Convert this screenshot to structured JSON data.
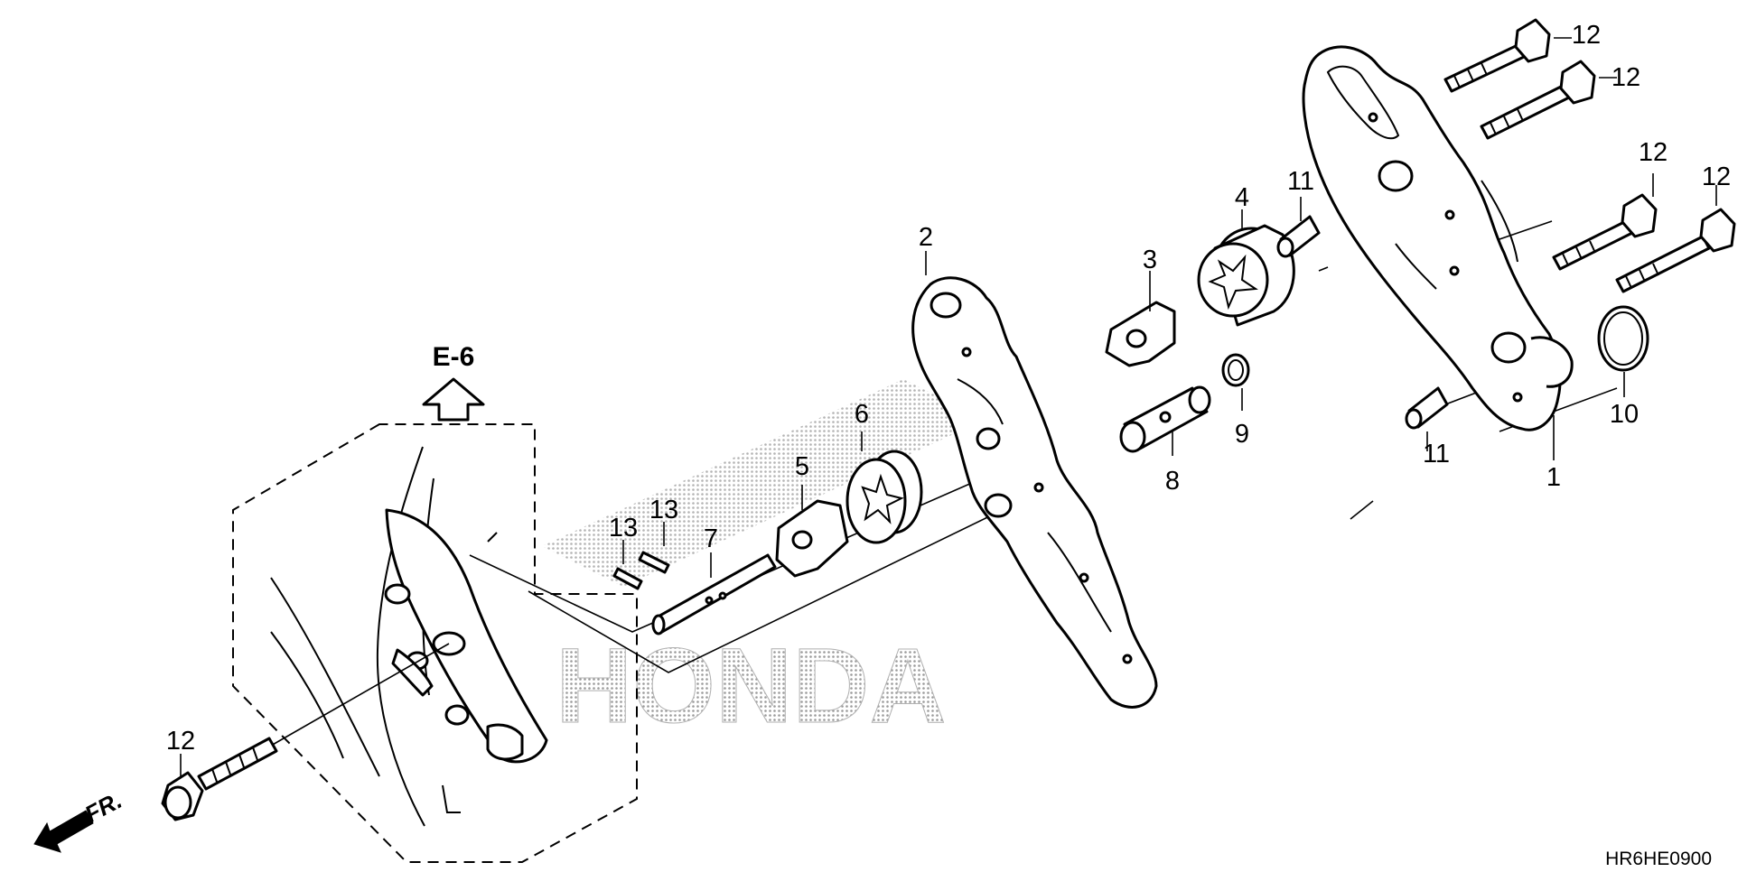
{
  "diagram": {
    "callouts": {
      "c1": "1",
      "c2": "2",
      "c3": "3",
      "c4": "4",
      "c5": "5",
      "c6": "6",
      "c7": "7",
      "c8": "8",
      "c9": "9",
      "c10": "10",
      "c11a": "11",
      "c11b": "11",
      "c12a": "12",
      "c12b": "12",
      "c12c": "12",
      "c12d": "12",
      "c12e": "12",
      "c13a": "13",
      "c13b": "13"
    },
    "reference_label": "E-6",
    "direction_label": "FR.",
    "diagram_code": "HR6HE0900",
    "watermark": "HONDA",
    "colors": {
      "line": "#000000",
      "watermark": "#bdbdbd"
    }
  }
}
